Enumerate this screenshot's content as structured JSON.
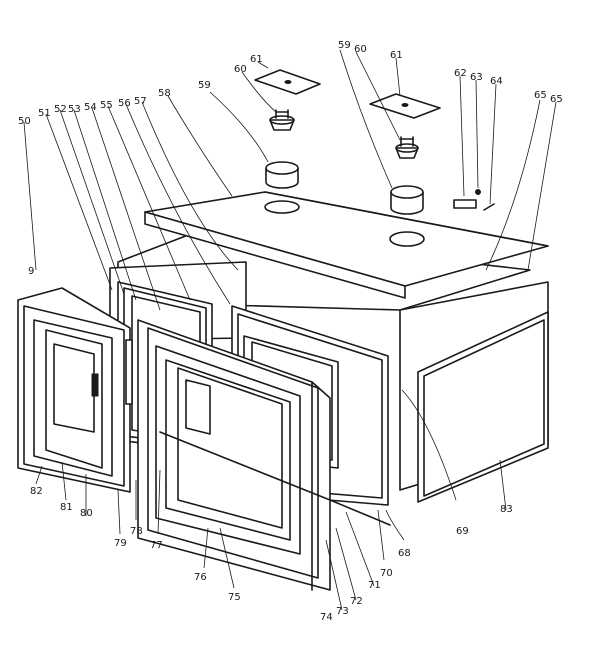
{
  "diagram": {
    "callouts": [
      {
        "id": "c9",
        "text": "9"
      },
      {
        "id": "c50",
        "text": "50"
      },
      {
        "id": "c51",
        "text": "51"
      },
      {
        "id": "c52",
        "text": "52"
      },
      {
        "id": "c53",
        "text": "53"
      },
      {
        "id": "c54",
        "text": "54"
      },
      {
        "id": "c55",
        "text": "55"
      },
      {
        "id": "c56",
        "text": "56"
      },
      {
        "id": "c57",
        "text": "57"
      },
      {
        "id": "c58",
        "text": "58"
      },
      {
        "id": "c59a",
        "text": "59"
      },
      {
        "id": "c60a",
        "text": "60"
      },
      {
        "id": "c61a",
        "text": "61"
      },
      {
        "id": "c59b",
        "text": "59"
      },
      {
        "id": "c60b",
        "text": "60"
      },
      {
        "id": "c61b",
        "text": "61"
      },
      {
        "id": "c62",
        "text": "62"
      },
      {
        "id": "c63",
        "text": "63"
      },
      {
        "id": "c64",
        "text": "64"
      },
      {
        "id": "c65a",
        "text": "65"
      },
      {
        "id": "c65b",
        "text": "65"
      },
      {
        "id": "c68",
        "text": "68"
      },
      {
        "id": "c69",
        "text": "69"
      },
      {
        "id": "c70",
        "text": "70"
      },
      {
        "id": "c71",
        "text": "71"
      },
      {
        "id": "c72",
        "text": "72"
      },
      {
        "id": "c73",
        "text": "73"
      },
      {
        "id": "c74",
        "text": "74"
      },
      {
        "id": "c75",
        "text": "75"
      },
      {
        "id": "c76",
        "text": "76"
      },
      {
        "id": "c77",
        "text": "77"
      },
      {
        "id": "c78",
        "text": "78"
      },
      {
        "id": "c79",
        "text": "79"
      },
      {
        "id": "c80",
        "text": "80"
      },
      {
        "id": "c81",
        "text": "81"
      },
      {
        "id": "c82",
        "text": "82"
      },
      {
        "id": "c83",
        "text": "83"
      }
    ]
  }
}
